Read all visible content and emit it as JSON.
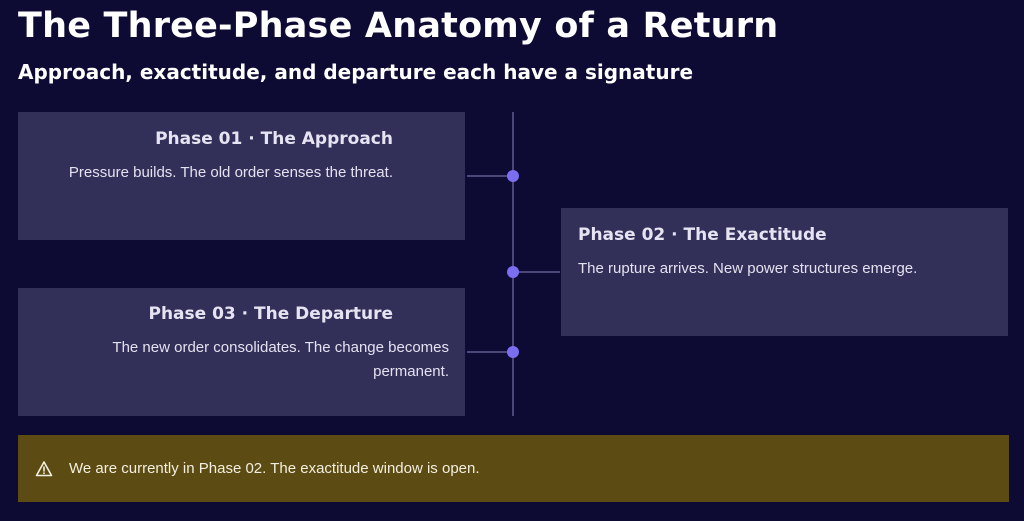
{
  "header": {
    "title": "The Three-Phase Anatomy of a Return",
    "subtitle": "Approach, exactitude, and departure each have a signature"
  },
  "phases": [
    {
      "title": "Phase 01 · The Approach",
      "body": "Pressure builds. The old order senses the threat."
    },
    {
      "title": "Phase 02 · The Exactitude",
      "body": "The rupture arrives. New power structures emerge."
    },
    {
      "title": "Phase 03 · The Departure",
      "body": "The new order consolidates. The change becomes permanent."
    }
  ],
  "alert": {
    "icon": "warning-icon",
    "text": "We are currently in Phase 02. The exactitude window is open."
  },
  "colors": {
    "background": "#0d0b33",
    "card": "#322f59",
    "accent": "#7b6ef0",
    "alert_background": "#5c4b12"
  }
}
